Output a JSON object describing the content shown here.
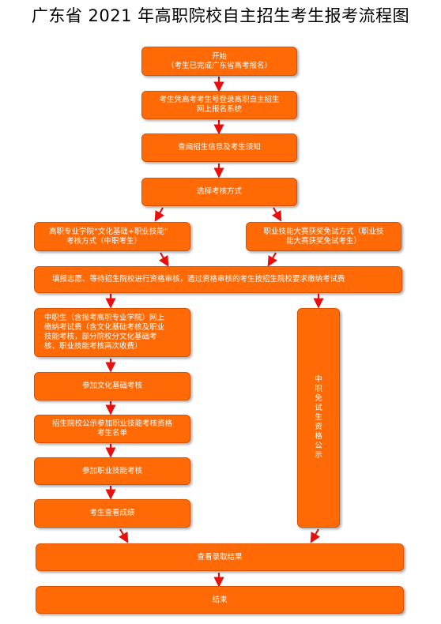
{
  "title": "广东省 2021 年高职院校自主招生考生报考流程图",
  "steps": {
    "start_line1": "开始",
    "start_line2": "（考生已完成广东省高考报名）",
    "login_line1": "考生凭高考考生号登录高职自主招生",
    "login_line2": "网上报名系统",
    "read_info": "查阅招生信息及考生须知",
    "choose_method": "选择考核方式",
    "path_a_line1": "高职专业学院“文化基础+职业技能”",
    "path_a_line2": "考核方式（中职考生）",
    "path_b_line1": "职业技能大赛获奖免试方式（职业技",
    "path_b_line2": "能大赛获奖免试考生）",
    "apply": "填报志愿、等待招生院校进行资格审核，通过资格审核的考生按招生院校要求缴纳考试费",
    "pay_fee_line1": "中职生（含报考高职专业学院）网上",
    "pay_fee_line2": "缴纳考试费（含文化基础考核及职业",
    "pay_fee_line3": "技能考核，部分院校分文化基础考",
    "pay_fee_line4": "核、职业技能考核两次收费）",
    "culture_exam": "参加文化基础考核",
    "announce_line1": "招生院校公示参加职业技能考核资格",
    "announce_line2": "考生名单",
    "skill_exam": "参加职业技能考核",
    "check_score": "考生查看成绩",
    "exempt_publicity": "中职免试生资格公示",
    "check_admission": "查看录取结果",
    "end": "结束"
  },
  "colors": {
    "box_fill": "#ff6a06",
    "box_border": "#d85200",
    "text": "#ffffff",
    "arrow": "#e8100e"
  }
}
